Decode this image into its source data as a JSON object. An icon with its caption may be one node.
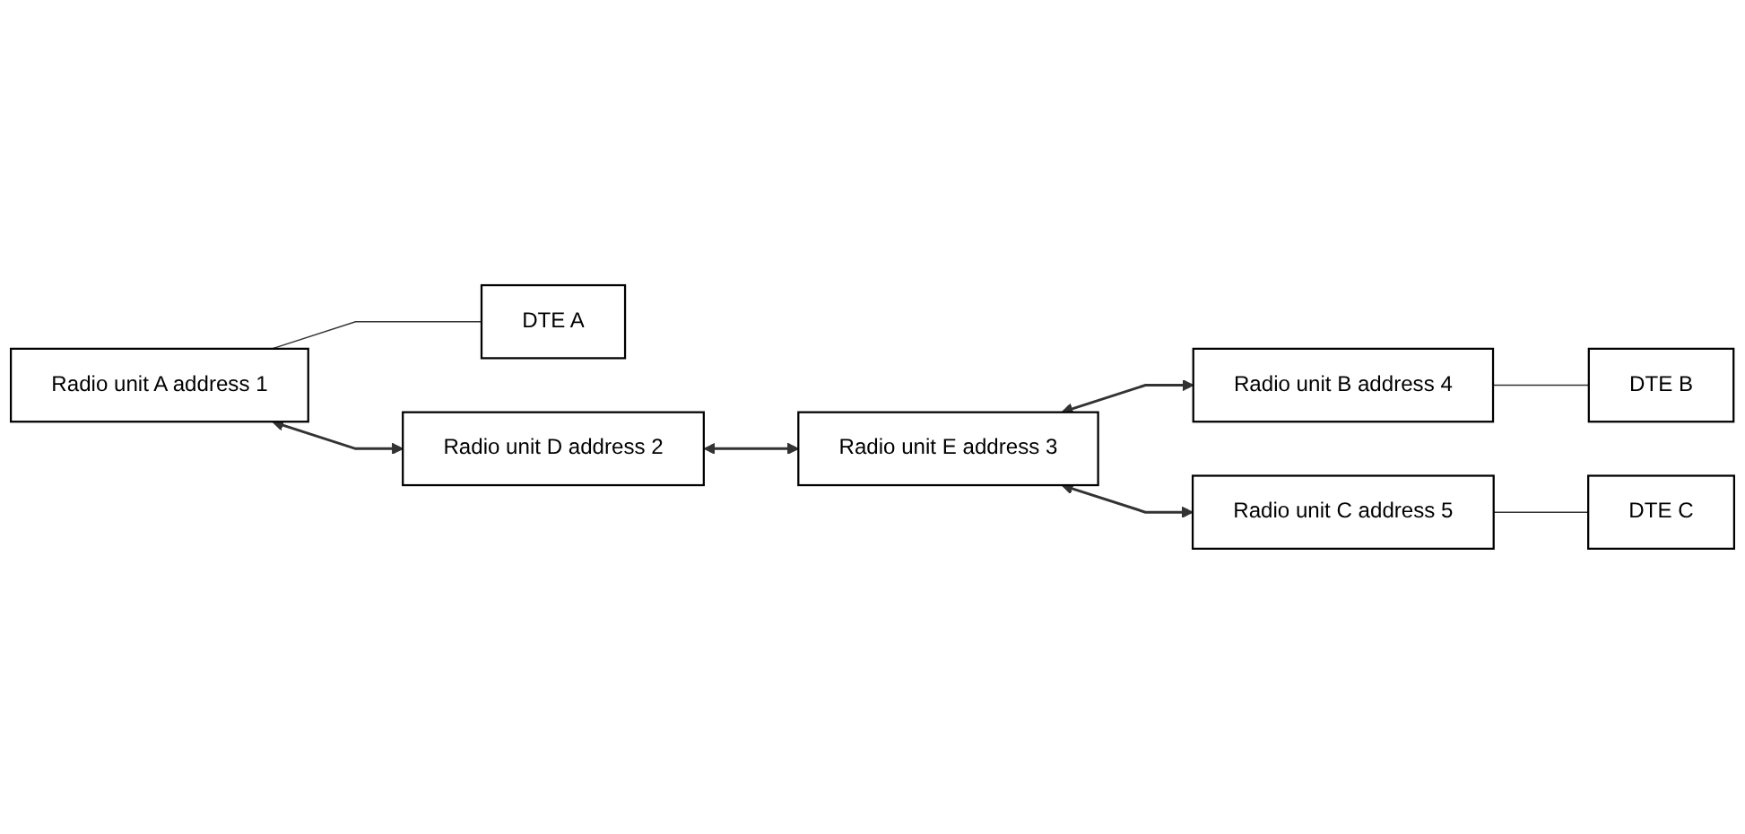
{
  "diagram": {
    "nodes": [
      {
        "text": [
          "Radio unit A address 1"
        ]
      },
      {
        "text": [
          "DTE A"
        ]
      },
      {
        "text": [
          "Radio unit D address 2"
        ]
      },
      {
        "text": [
          "Radio unit E address 3"
        ]
      },
      {
        "text": [
          "Radio unit B address 4"
        ]
      },
      {
        "text": [
          "DTE B"
        ]
      },
      {
        "text": [
          "Radio unit C address 5"
        ]
      },
      {
        "text": [
          "DTE C"
        ]
      }
    ],
    "edges": [
      {
        "from": 0,
        "to": 1,
        "arrow": "none"
      },
      {
        "from": 0,
        "to": 2,
        "arrow": "both"
      },
      {
        "from": 2,
        "to": 3,
        "arrow": "both"
      },
      {
        "from": 3,
        "to": 4,
        "arrow": "both"
      },
      {
        "from": 4,
        "to": 5,
        "arrow": "none"
      },
      {
        "from": 3,
        "to": 6,
        "arrow": "both"
      },
      {
        "from": 6,
        "to": 7,
        "arrow": "none"
      }
    ]
  }
}
